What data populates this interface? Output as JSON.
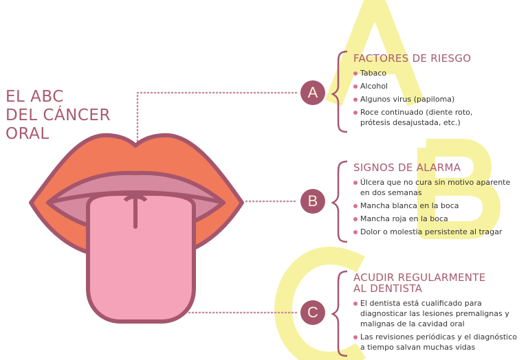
{
  "title": [
    "EL ABC",
    "DEL CÁNCER",
    "ORAL"
  ],
  "background_letters": [
    "A",
    "B",
    "C"
  ],
  "sections": [
    {
      "letter": "A",
      "heading": "FACTORES DE RIESGO",
      "items": [
        "Tabaco",
        "Alcohol",
        "Algunos virus (papiloma)",
        "Roce continuado (diente roto, prótesis desajustada, etc.)"
      ]
    },
    {
      "letter": "B",
      "heading": "SIGNOS DE ALARMA",
      "items": [
        "Úlcera que no cura sin motivo aparente en dos semanas",
        "Mancha blanca en la boca",
        "Mancha roja en la boca",
        "Dolor o molestia persistente al tragar"
      ]
    },
    {
      "letter": "C",
      "heading": "ACUDIR REGULARMENTE AL DENTISTA",
      "items": [
        "El dentista está cualificado para diagnosticar las lesiones premalignas y malignas de la cavidad oral",
        "Las revisiones periódicas y el diagnóstico a tiempo salvan muchas vidas"
      ]
    }
  ],
  "colors": {
    "accent": "#a85a6e",
    "lips": "#f07a5a",
    "tongue": "#f4a3b8",
    "inner": "#d68aa0",
    "highlight": "#f7f2a0"
  }
}
